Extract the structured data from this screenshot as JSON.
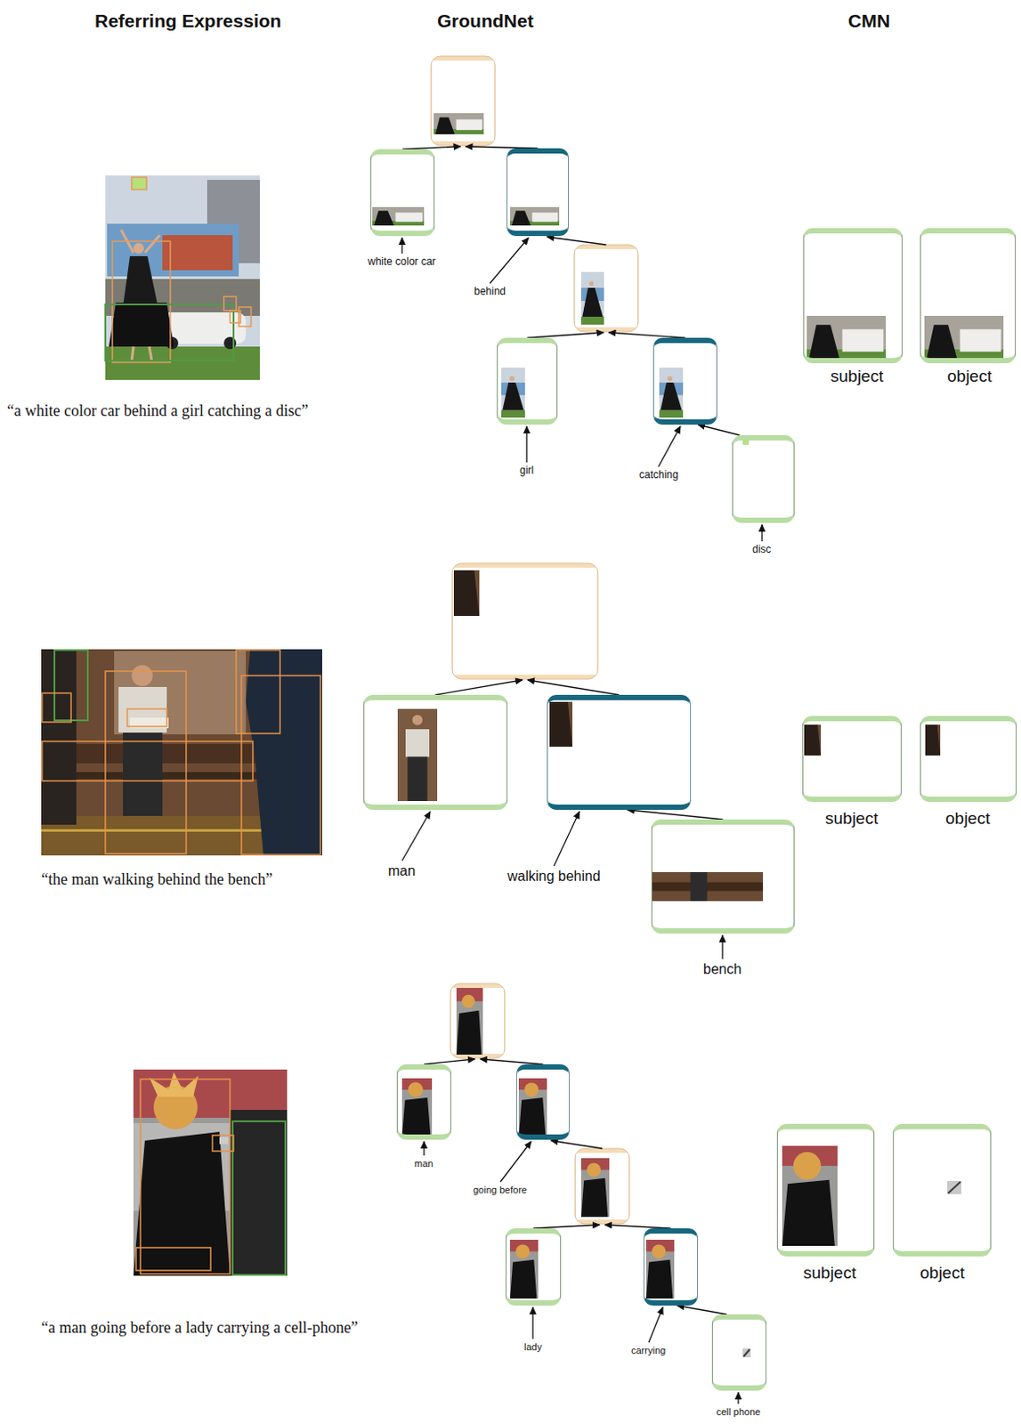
{
  "diagram": {
    "nodes": [
      {
        "text": [
          "white color car"
        ]
      },
      {
        "text": [
          "behind"
        ]
      },
      {
        "text": [
          "girl"
        ]
      },
      {
        "text": [
          "catching"
        ]
      },
      {
        "text": [
          "disc"
        ]
      },
      {
        "text": [
          "subject"
        ]
      },
      {
        "text": [
          "object"
        ]
      },
      {
        "text": [
          "man"
        ]
      },
      {
        "text": [
          "walking behind"
        ]
      },
      {
        "text": [
          "bench"
        ]
      },
      {
        "text": [
          "subject"
        ]
      },
      {
        "text": [
          "object"
        ]
      },
      {
        "text": [
          "man"
        ]
      },
      {
        "text": [
          "going before"
        ]
      },
      {
        "text": [
          "lady"
        ]
      },
      {
        "text": [
          "carrying"
        ]
      },
      {
        "text": [
          "cell phone"
        ]
      },
      {
        "text": [
          "subject"
        ]
      },
      {
        "text": [
          "object"
        ]
      }
    ],
    "edges": [
      {
        "from": 4,
        "to": 3,
        "arrow": "to"
      },
      {
        "from": 9,
        "to": 8,
        "arrow": "to"
      },
      {
        "from": 16,
        "to": 15,
        "arrow": "to"
      }
    ],
    "labels": [
      "Referring Expression",
      "GroundNet",
      "CMN",
      "“a white color car behind a girl catching a disc”",
      "“the man walking behind the bench”",
      "“a man going before a lady carrying a cell-phone”"
    ]
  }
}
